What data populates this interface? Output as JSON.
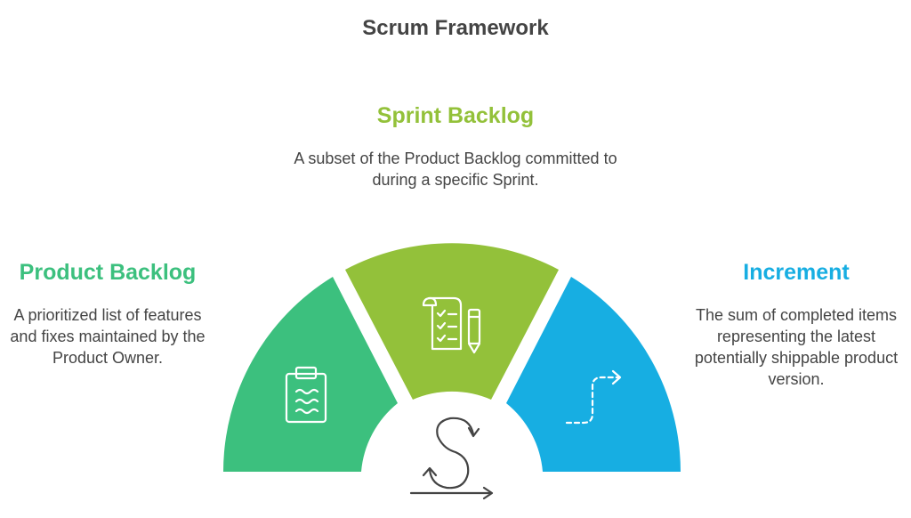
{
  "title": "Scrum Framework",
  "stages": [
    {
      "id": "product",
      "heading": "Product Backlog",
      "description": "A prioritized list of features and fixes maintained by the Product Owner.",
      "color": "#3cc07e",
      "icon": "clipboard-icon"
    },
    {
      "id": "sprint",
      "heading": "Sprint Backlog",
      "description": "A subset of the Product Backlog committed to during a specific Sprint.",
      "color": "#93c13a",
      "icon": "checklist-pen-icon"
    },
    {
      "id": "increment",
      "heading": "Increment",
      "description": "The sum of completed items representing the latest potentially shippable product version.",
      "color": "#17aee2",
      "icon": "arrow-path-icon"
    }
  ],
  "center_icon": "scrum-cycle-icon"
}
